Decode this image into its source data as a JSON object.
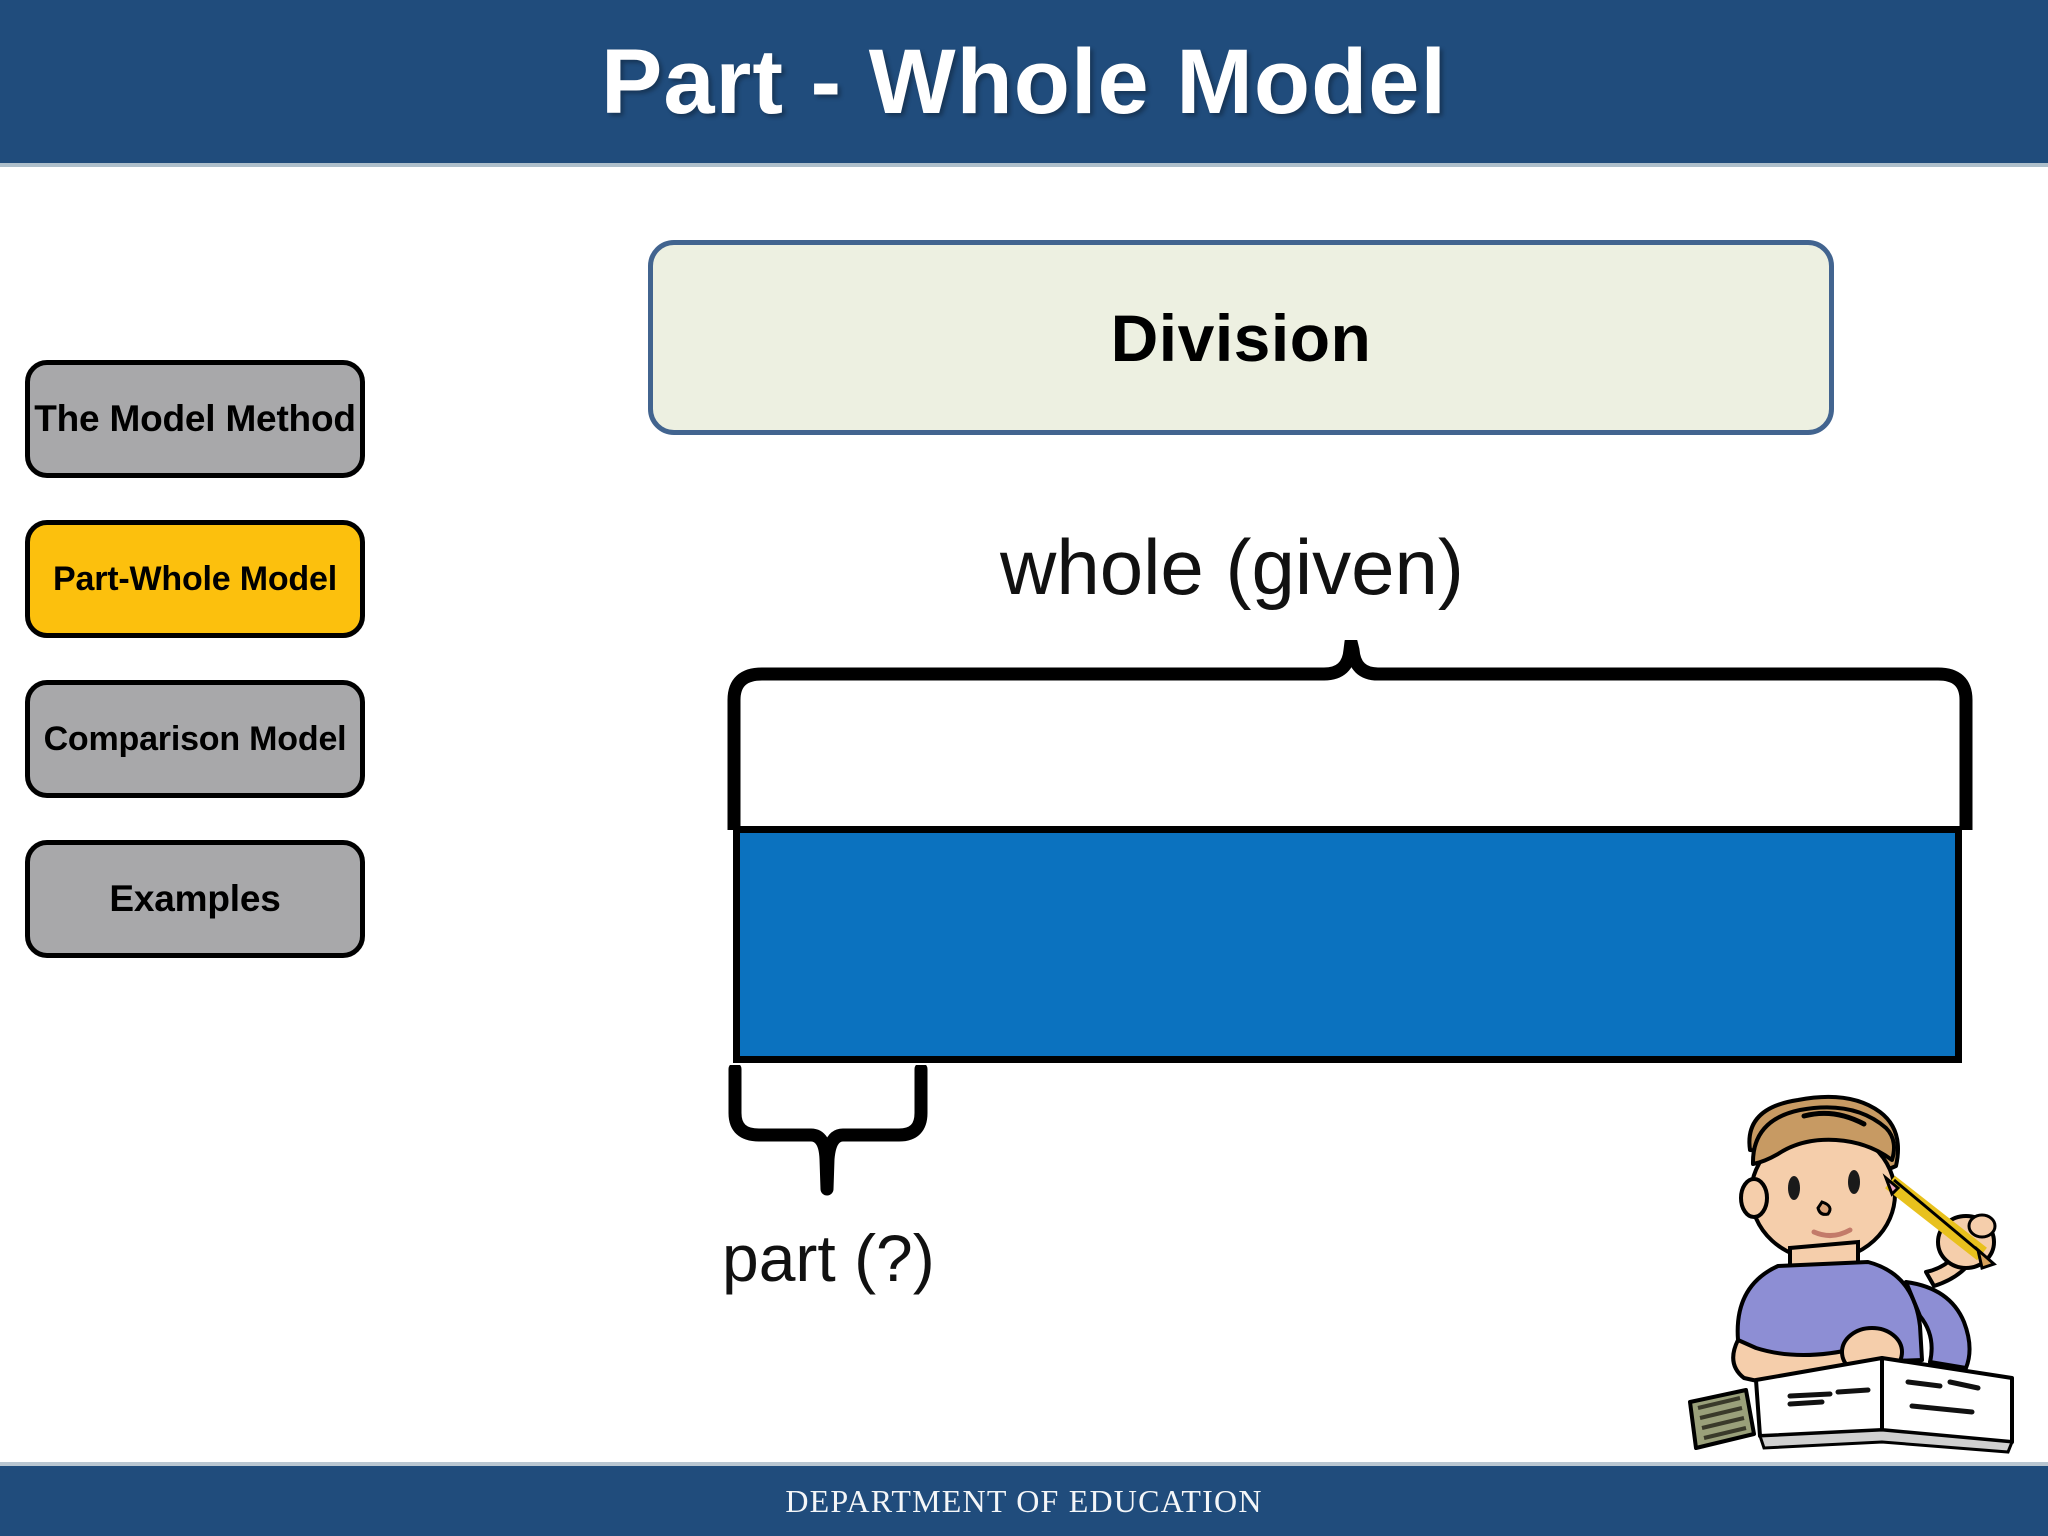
{
  "slide": {
    "title": "Part - Whole Model",
    "footer": "DEPARTMENT OF EDUCATION"
  },
  "sidebar": {
    "items": [
      {
        "label": "The Model Method",
        "active": false
      },
      {
        "label": "Part-Whole Model",
        "active": true
      },
      {
        "label": "Comparison Model",
        "active": false
      },
      {
        "label": "Examples",
        "active": false
      }
    ]
  },
  "main": {
    "operation_title": "Division",
    "whole_label": "whole (given)",
    "part_label": "part (?)",
    "bar_fill_color": "#0b72bf"
  },
  "colors": {
    "header_blue": "#204c7c",
    "active_nav": "#fcc00d",
    "inactive_nav": "#a8a8aa",
    "title_box_fill": "#edf0e1",
    "title_box_border": "#42648f",
    "bar_blue": "#0b72bf"
  },
  "illustration": {
    "name": "student-doing-math-clipart",
    "items": [
      "boy",
      "pencil",
      "open-book",
      "calculator"
    ]
  }
}
